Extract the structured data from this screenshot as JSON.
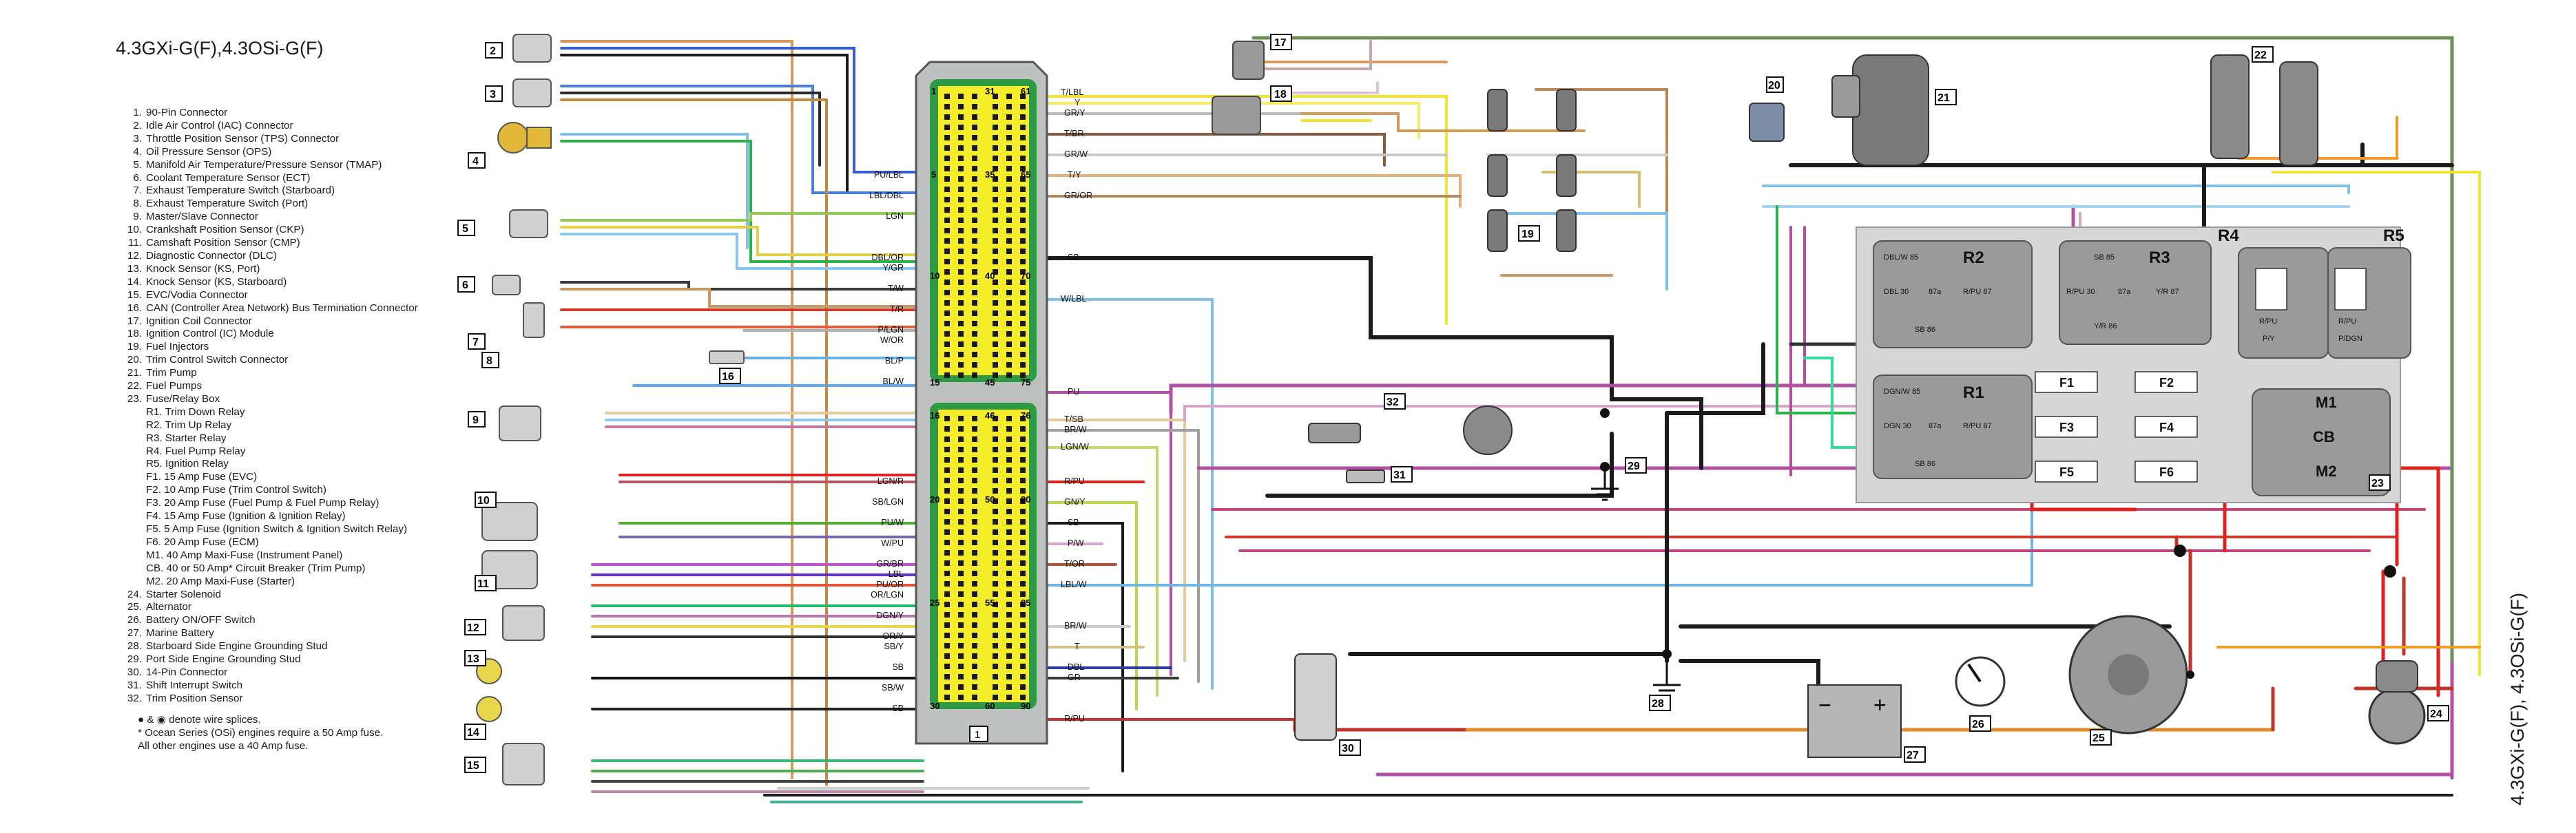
{
  "title": "4.3GXi-G(F),4.3OSi-G(F)",
  "side_title": "4.3GXi-G(F), 4.3OSi-G(F)",
  "legend": [
    {
      "num": "1.",
      "label": "90-Pin Connector"
    },
    {
      "num": "2.",
      "label": "Idle Air Control (IAC) Connector"
    },
    {
      "num": "3.",
      "label": "Throttle Position Sensor (TPS) Connector"
    },
    {
      "num": "4.",
      "label": "Oil Pressure Sensor (OPS)"
    },
    {
      "num": "5.",
      "label": "Manifold Air Temperature/Pressure Sensor (TMAP)"
    },
    {
      "num": "6.",
      "label": "Coolant Temperature Sensor (ECT)"
    },
    {
      "num": "7.",
      "label": "Exhaust Temperature Switch (Starboard)"
    },
    {
      "num": "8.",
      "label": "Exhaust Temperature Switch (Port)"
    },
    {
      "num": "9.",
      "label": "Master/Slave Connector"
    },
    {
      "num": "10.",
      "label": "Crankshaft Position Sensor (CKP)"
    },
    {
      "num": "11.",
      "label": "Camshaft Position Sensor (CMP)"
    },
    {
      "num": "12.",
      "label": "Diagnostic Connector (DLC)"
    },
    {
      "num": "13.",
      "label": "Knock Sensor (KS, Port)"
    },
    {
      "num": "14.",
      "label": "Knock Sensor (KS, Starboard)"
    },
    {
      "num": "15.",
      "label": "EVC/Vodia Connector"
    },
    {
      "num": "16.",
      "label": "CAN (Controller Area Network) Bus Termination Connector"
    },
    {
      "num": "17.",
      "label": "Ignition Coil Connector"
    },
    {
      "num": "18.",
      "label": "Ignition Control (IC) Module"
    },
    {
      "num": "19.",
      "label": "Fuel Injectors"
    },
    {
      "num": "20.",
      "label": "Trim Control Switch Connector"
    },
    {
      "num": "21.",
      "label": "Trim Pump"
    },
    {
      "num": "22.",
      "label": "Fuel Pumps"
    },
    {
      "num": "23.",
      "label": "Fuse/Relay Box"
    },
    {
      "num": "",
      "label": "R1. Trim Down Relay"
    },
    {
      "num": "",
      "label": "R2. Trim Up Relay"
    },
    {
      "num": "",
      "label": "R3. Starter Relay"
    },
    {
      "num": "",
      "label": "R4. Fuel Pump Relay"
    },
    {
      "num": "",
      "label": "R5. Ignition Relay"
    },
    {
      "num": "",
      "label": "F1.  15 Amp Fuse (EVC)"
    },
    {
      "num": "",
      "label": "F2.  10 Amp Fuse (Trim Control Switch)"
    },
    {
      "num": "",
      "label": "F3.  20 Amp Fuse (Fuel Pump & Fuel Pump Relay)"
    },
    {
      "num": "",
      "label": "F4.  15 Amp Fuse (Ignition & Ignition Relay)"
    },
    {
      "num": "",
      "label": "F5.  5 Amp Fuse (Ignition Switch & Ignition Switch Relay)"
    },
    {
      "num": "",
      "label": "F6.  20 Amp Fuse (ECM)"
    },
    {
      "num": "",
      "label": "M1. 40 Amp Maxi-Fuse (Instrument Panel)"
    },
    {
      "num": "",
      "label": "CB. 40 or 50 Amp* Circuit Breaker (Trim Pump)"
    },
    {
      "num": "",
      "label": "M2. 20 Amp Maxi-Fuse (Starter)"
    },
    {
      "num": "24.",
      "label": "Starter Solenoid"
    },
    {
      "num": "25.",
      "label": "Alternator"
    },
    {
      "num": "26.",
      "label": "Battery ON/OFF Switch"
    },
    {
      "num": "27.",
      "label": "Marine Battery"
    },
    {
      "num": "28.",
      "label": "Starboard Side Engine Grounding Stud"
    },
    {
      "num": "29.",
      "label": "Port Side Engine Grounding Stud"
    },
    {
      "num": "30.",
      "label": "14-Pin Connector"
    },
    {
      "num": "31.",
      "label": "Shift Interrupt Switch"
    },
    {
      "num": "32.",
      "label": "Trim Position Sensor"
    }
  ],
  "notes": [
    "● & ◉ denote wire splices.",
    "* Ocean Series (OSi) engines require a 50 Amp fuse.",
    "  All other engines use a 40 Amp fuse."
  ],
  "ecm": {
    "label": "1",
    "top_pins": [
      "1",
      "5",
      "10",
      "15",
      "31",
      "35",
      "40",
      "45",
      "61",
      "65",
      "70",
      "75"
    ],
    "bottom_pins": [
      "16",
      "20",
      "25",
      "30",
      "46",
      "50",
      "55",
      "60",
      "76",
      "80",
      "85",
      "90"
    ]
  },
  "component_numbers": [
    "2",
    "3",
    "4",
    "5",
    "6",
    "7",
    "8",
    "9",
    "10",
    "11",
    "12",
    "13",
    "14",
    "15",
    "16",
    "17",
    "18",
    "19",
    "20",
    "21",
    "22",
    "23",
    "24",
    "25",
    "26",
    "27",
    "28",
    "29",
    "30",
    "31",
    "32"
  ],
  "wire_labels_right": [
    "T/LBL",
    "Y",
    "GR/Y",
    "T/BR",
    "GR/W",
    "T/Y",
    "GR/OR",
    "SB",
    "W/LBL",
    "PU",
    "T/SB",
    "BR/W",
    "LGN/W",
    "R/PU",
    "GN/Y",
    "SB",
    "P/W",
    "T/OR",
    "LBL/W",
    "BR/W",
    "T",
    "DBL",
    "GR",
    "R/PU"
  ],
  "wire_labels_left": [
    "PU/LBL",
    "LBL/DBL",
    "LGN",
    "DBL/OR",
    "Y/GR",
    "T/W",
    "T/R",
    "P/LGN",
    "W/OR",
    "BL/P",
    "BL/W",
    "LGN/R",
    "SB/LGN",
    "PU/W",
    "W/PU",
    "GR/BR",
    "LBL",
    "PU/OR",
    "OR/LGN",
    "DGN/Y",
    "OR/Y",
    "SB/Y",
    "SB",
    "SB/W",
    "SB"
  ],
  "relays": [
    {
      "id": "R1",
      "pins": [
        "DGN/W 85",
        "DGN 30",
        "87a",
        "R/PU 87",
        "SB 86"
      ]
    },
    {
      "id": "R2",
      "pins": [
        "DBL/W 85",
        "DBL 30",
        "87a",
        "R/PU 87",
        "SB 86"
      ]
    },
    {
      "id": "R3",
      "pins": [
        "SB 85",
        "R/PU 30",
        "87a",
        "Y/R 87",
        "Y/R 86"
      ]
    },
    {
      "id": "R4",
      "pins": [
        "R/PU",
        "P/Y"
      ]
    },
    {
      "id": "R5",
      "pins": [
        "R/PU",
        "P/DGN"
      ]
    }
  ],
  "fuses": [
    "F1",
    "F2",
    "F3",
    "F4",
    "F5",
    "F6",
    "M1",
    "CB",
    "M2"
  ],
  "colors": {
    "ecm_body": "#bfc0c0",
    "ecm_pins": "#f5ec2a",
    "ecm_green": "#2f9a46",
    "relay_box": "#d6d6d6",
    "relay": "#9a9a9a"
  }
}
